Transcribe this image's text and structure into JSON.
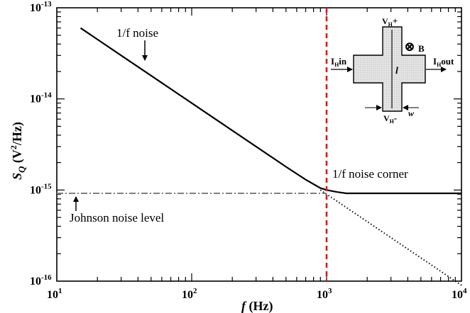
{
  "chart_data": {
    "type": "line",
    "x_scale": "log",
    "y_scale": "log",
    "xlim": [
      10,
      10000
    ],
    "ylim": [
      1e-16,
      1e-13
    ],
    "xlabel": {
      "italic": "f",
      "rest": " (Hz)"
    },
    "ylabel": {
      "main": "S",
      "sub": "Q",
      "units_pre": " (V",
      "units_sup": "2",
      "units_post": "/Hz)"
    },
    "x_ticks": [
      {
        "value": 10,
        "base": "10",
        "exp": "1"
      },
      {
        "value": 100,
        "base": "10",
        "exp": "2"
      },
      {
        "value": 1000,
        "base": "10",
        "exp": "3"
      },
      {
        "value": 10000,
        "base": "10",
        "exp": "4"
      }
    ],
    "y_ticks": [
      {
        "value": 1e-13,
        "base": "10",
        "exp": "-13"
      },
      {
        "value": 1e-14,
        "base": "10",
        "exp": "-14"
      },
      {
        "value": 1e-15,
        "base": "10",
        "exp": "-15"
      },
      {
        "value": 1e-16,
        "base": "10",
        "exp": "-16"
      }
    ],
    "series": [
      {
        "style": "solid",
        "color": "#000000",
        "x": [
          15,
          20,
          30,
          50,
          100,
          200,
          300,
          500,
          700,
          900,
          1000,
          1200,
          1400,
          2000,
          5000,
          10000
        ],
        "y": [
          6e-14,
          4.5e-14,
          3e-14,
          1.8e-14,
          9e-15,
          4.5e-15,
          3e-15,
          1.8e-15,
          1.3e-15,
          1.05e-15,
          1e-15,
          9.5e-16,
          9.2e-16,
          9.2e-16,
          9.2e-16,
          9.2e-16
        ]
      },
      {
        "style": "dotted",
        "color": "#000000",
        "x": [
          900,
          1000,
          2000,
          5000,
          10000
        ],
        "y": [
          1e-15,
          9e-16,
          4.5e-16,
          1.8e-16,
          9e-17
        ]
      },
      {
        "style": "dashdot",
        "color": "#7f7f7f",
        "x": [
          10,
          1000
        ],
        "y": [
          9.2e-16,
          9.2e-16
        ]
      }
    ],
    "vlines": [
      {
        "x": 1000,
        "color": "#cc2222",
        "style": "dashed"
      }
    ],
    "annotations": {
      "one_over_f": {
        "text": "1/f noise",
        "x": 43,
        "y": 2.3e-14
      },
      "corner": {
        "text": "1/f noise corner",
        "x": 1050,
        "y": 1.6e-15
      },
      "johnson": {
        "text": "Johnson noise level",
        "x": 11.5,
        "y": 9.2e-16
      }
    },
    "inset": {
      "vh_plus": {
        "main": "V",
        "sub": "H",
        "rest": "+"
      },
      "vh_minus": {
        "main": "V",
        "sub": "H",
        "rest": "-"
      },
      "ih_in": {
        "main": "I",
        "sub": "H",
        "rest": "in"
      },
      "ih_out": {
        "main": "I",
        "sub": "H",
        "rest": "out"
      },
      "field_symbol": "⊗",
      "field": "B",
      "length": "l",
      "width": "w"
    }
  }
}
